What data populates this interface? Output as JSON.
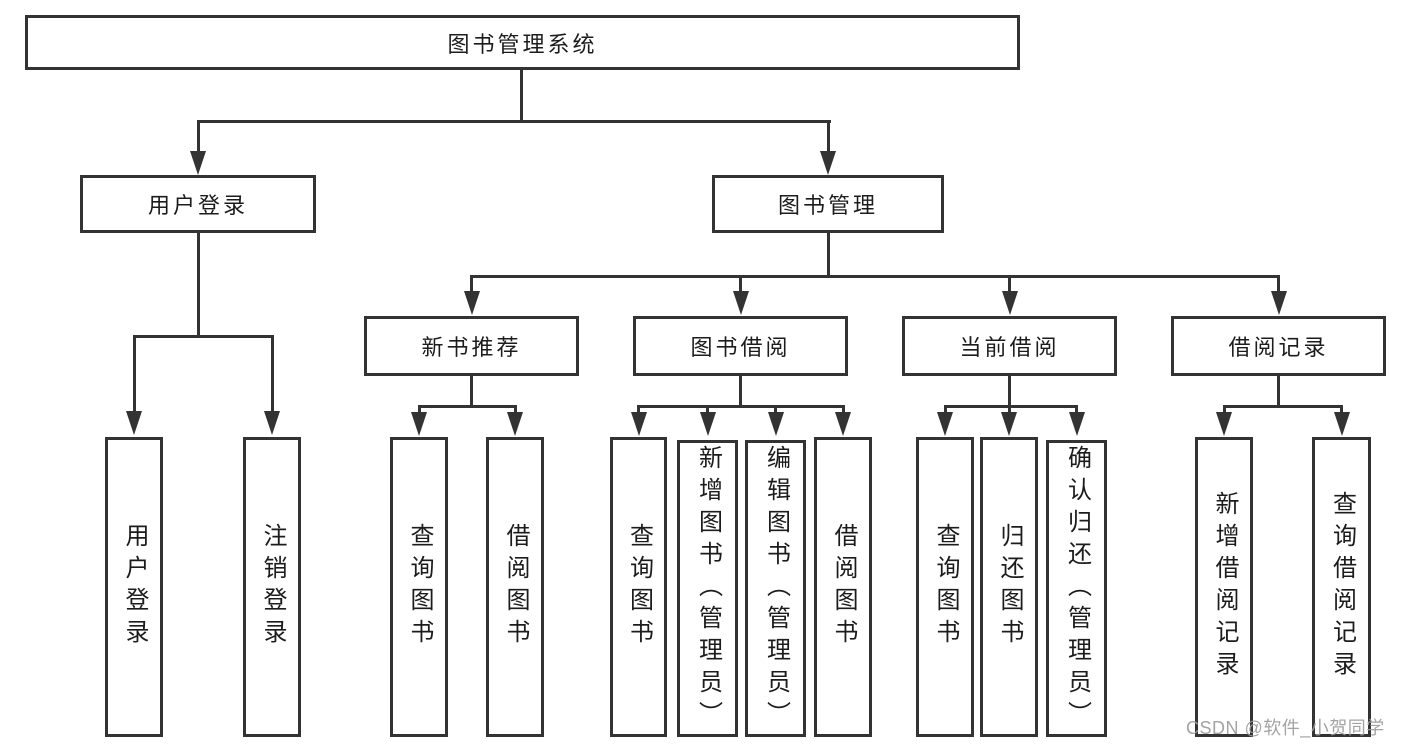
{
  "diagram": {
    "title": "图书管理系统",
    "root": {
      "label": "图书管理系统"
    },
    "level2": [
      {
        "label": "用户登录"
      },
      {
        "label": "图书管理"
      }
    ],
    "level3": [
      {
        "label": "新书推荐",
        "parent": "图书管理"
      },
      {
        "label": "图书借阅",
        "parent": "图书管理"
      },
      {
        "label": "当前借阅",
        "parent": "图书管理"
      },
      {
        "label": "借阅记录",
        "parent": "图书管理"
      }
    ],
    "leaves": [
      {
        "label": "用户登录",
        "parent": "用户登录"
      },
      {
        "label": "注销登录",
        "parent": "用户登录"
      },
      {
        "label": "查询图书",
        "parent": "新书推荐"
      },
      {
        "label": "借阅图书",
        "parent": "新书推荐"
      },
      {
        "label": "查询图书",
        "parent": "图书借阅"
      },
      {
        "label": "新增图书（管理员）",
        "parent": "图书借阅"
      },
      {
        "label": "编辑图书（管理员）",
        "parent": "图书借阅"
      },
      {
        "label": "借阅图书",
        "parent": "图书借阅"
      },
      {
        "label": "查询图书",
        "parent": "当前借阅"
      },
      {
        "label": "归还图书",
        "parent": "当前借阅"
      },
      {
        "label": "确认归还（管理员）",
        "parent": "当前借阅"
      },
      {
        "label": "新增借阅记录",
        "parent": "借阅记录"
      },
      {
        "label": "查询借阅记录",
        "parent": "借阅记录"
      }
    ]
  },
  "watermark": {
    "text": "CSDN @软件_小贺同学"
  },
  "colors": {
    "line": "#333333",
    "box_border": "#333333",
    "text": "#1c1c1c",
    "watermark": "#9b9b9b",
    "background": "#ffffff"
  }
}
